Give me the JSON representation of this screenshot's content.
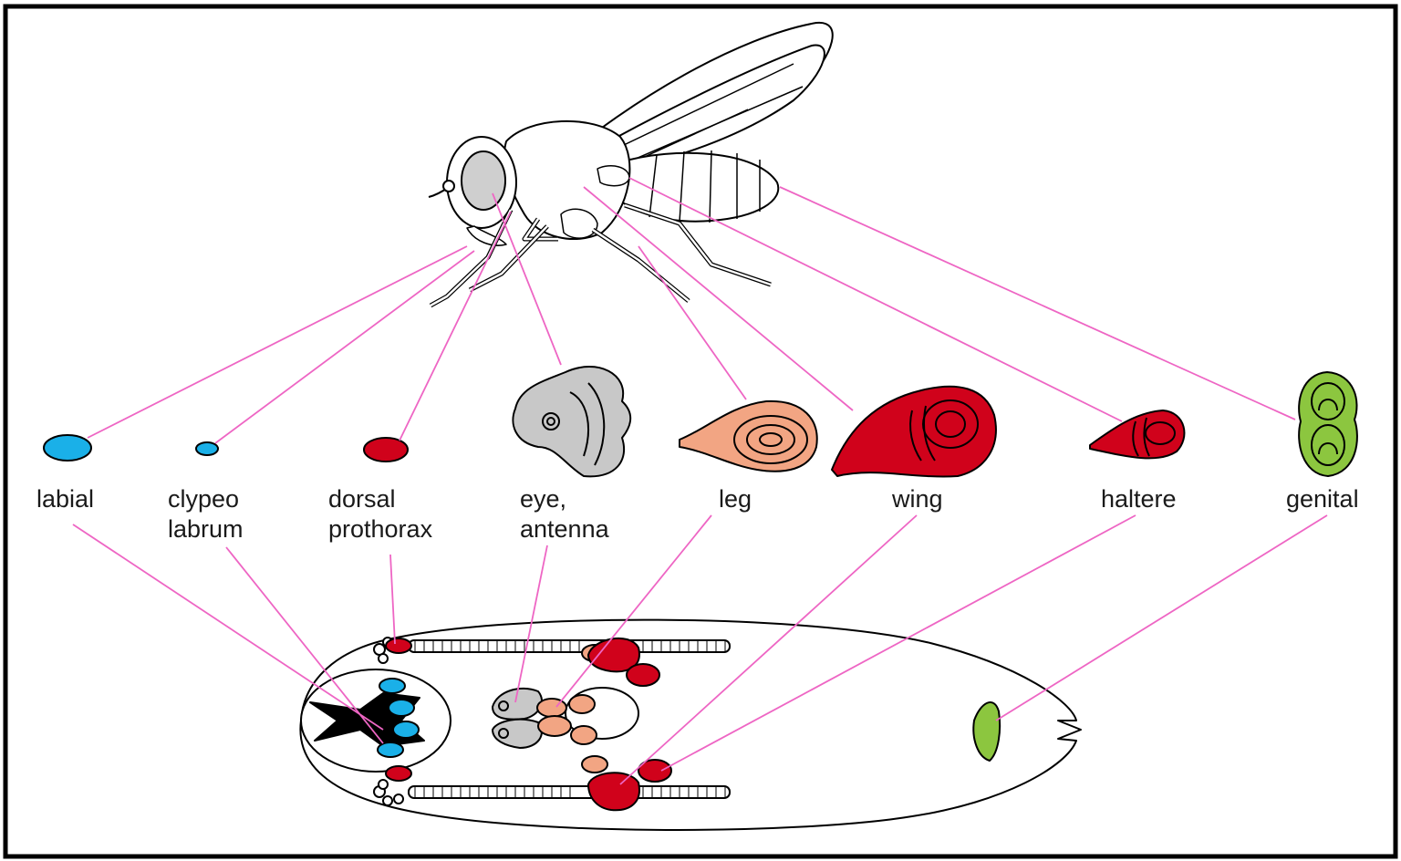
{
  "discs": [
    {
      "id": "labial",
      "lines": [
        "labial"
      ],
      "color": "#1ab0e8"
    },
    {
      "id": "clypeo-labrum",
      "lines": [
        "clypeo",
        "labrum"
      ],
      "color": "#1ab0e8"
    },
    {
      "id": "dorsal-prothorax",
      "lines": [
        "dorsal",
        "prothorax"
      ],
      "color": "#d0021b"
    },
    {
      "id": "eye-antenna",
      "lines": [
        "eye,",
        "antenna"
      ],
      "color": "#c8c8c8"
    },
    {
      "id": "leg",
      "lines": [
        "leg"
      ],
      "color": "#f2a583"
    },
    {
      "id": "wing",
      "lines": [
        "wing"
      ],
      "color": "#d0021b"
    },
    {
      "id": "haltere",
      "lines": [
        "haltere"
      ],
      "color": "#d0021b"
    },
    {
      "id": "genital",
      "lines": [
        "genital"
      ],
      "color": "#8cc63f"
    }
  ],
  "colors": {
    "connector": "#ee66c4",
    "outline": "#000000",
    "fly_eye": "#cfcfcf"
  }
}
